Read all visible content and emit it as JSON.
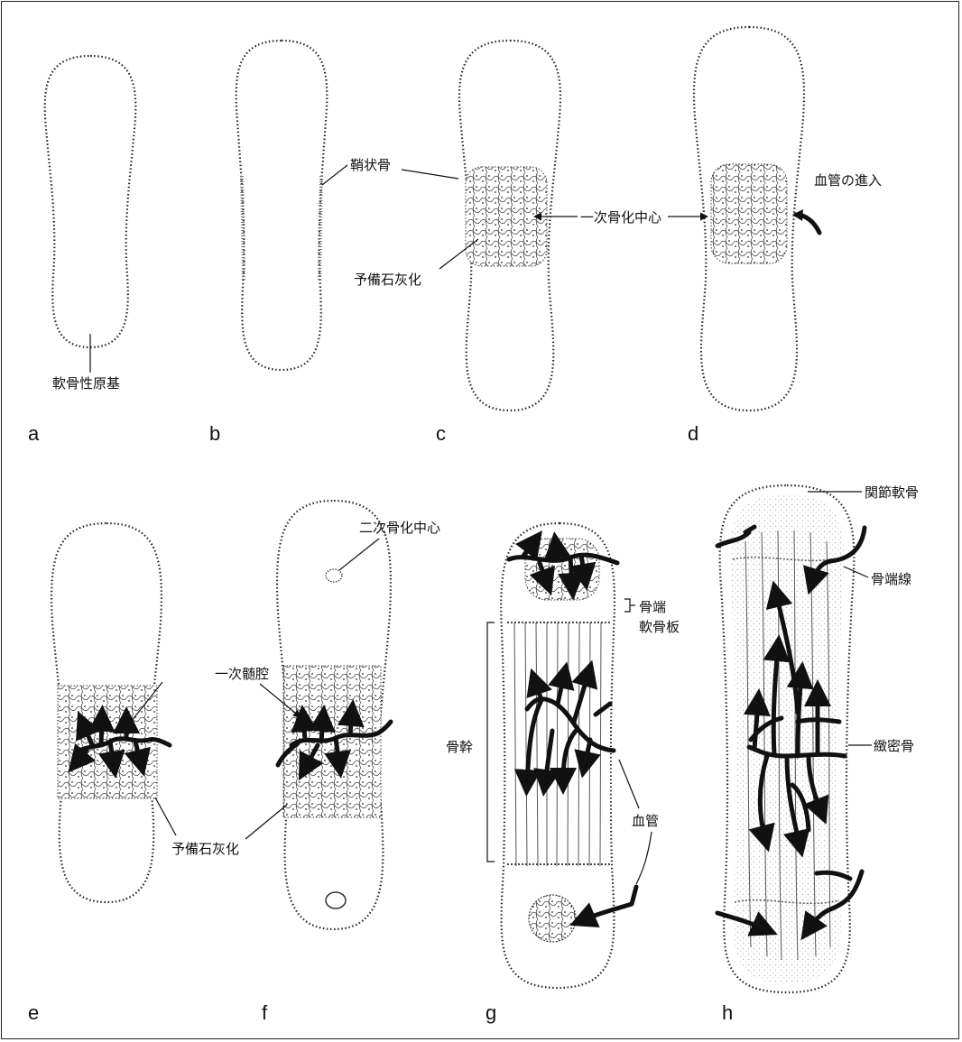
{
  "panels": [
    "a",
    "b",
    "c",
    "d",
    "e",
    "f",
    "g",
    "h"
  ],
  "labels": {
    "cartilage_model": "軟骨性原基",
    "bone_collar": "鞘状骨",
    "provisional_calcification": "予備石灰化",
    "primary_ossification_center": "一次骨化中心",
    "vessel_invasion": "血管の進入",
    "primary_marrow_cavity": "一次髄腔",
    "provisional_calcification_2": "予備石灰化",
    "secondary_ossification_center": "二次骨化中心",
    "epiphyseal": "骨端",
    "cartilage_plate": "軟骨板",
    "diaphysis": "骨幹",
    "blood_vessel": "血管",
    "articular_cartilage": "関節軟骨",
    "epiphyseal_line": "骨端線",
    "compact_bone": "緻密骨"
  }
}
